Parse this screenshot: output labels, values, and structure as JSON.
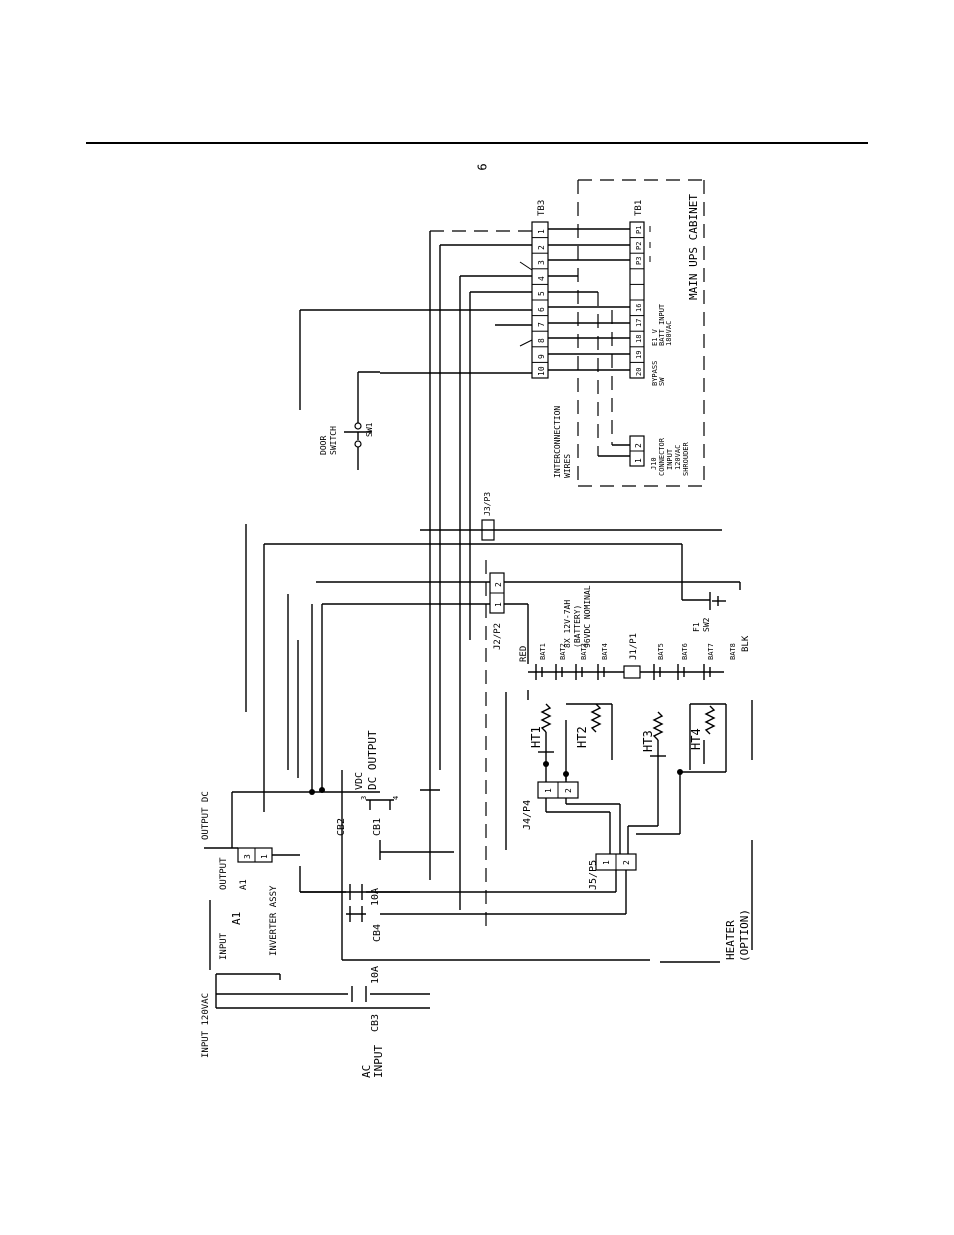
{
  "page": {
    "corner_mark": "6"
  },
  "labels": {
    "main_cabinet": "MAIN UPS CABINET",
    "tb3": "TB3",
    "tb1": "TB1",
    "interconnection": "INTERCONNECTION",
    "interconnection_wires": "WIRES",
    "door_switch_1": "DOOR",
    "door_switch_2": "SWITCH",
    "sw1": "SW1",
    "j10_1": "J10",
    "j10_2": "CONNECTOR",
    "j10_3": "INPUT",
    "j10_4": "120VAC",
    "j10_5": "SHROUDER",
    "bypass_1": "BYPASS",
    "bypass_2": "SW",
    "e1_1": "E1 V",
    "e1_2": "BATT INPUT",
    "e1_3": "180VAC",
    "j3p3": "J3/P3",
    "j2p2": "J2/P2",
    "j1p1": "J1/P1",
    "red": "RED",
    "batt_hdr_1": "8X 12V-7AH",
    "batt_hdr_2": "(BATTERY)",
    "batt_hdr_3": "96VDC NOMINAL",
    "bat1": "BAT1",
    "bat2": "BAT2",
    "bat3": "BAT3",
    "bat4": "BAT4",
    "bat5": "BAT5",
    "bat6": "BAT6",
    "bat7": "BAT7",
    "bat8": "BAT8",
    "blk": "BLK",
    "f1": "F1",
    "sw2": "SW2",
    "ht1": "HT1",
    "ht2": "HT2",
    "ht3": "HT3",
    "ht4": "HT4",
    "j4p4": "J4/P4",
    "j5p5": "J5/P5",
    "heater_1": "HEATER",
    "heater_2": "(OPTION)",
    "dc_output": "DC OUTPUT",
    "vdc": "VDC",
    "cb1": "CB1",
    "cb2": "CB2",
    "cb3": "CB3",
    "cb3_rating": "10A",
    "cb4": "CB4",
    "cb4_rating": "10A",
    "output_dc": "OUTPUT DC",
    "output": "OUTPUT",
    "a1_a": "A1",
    "a1_b": "A1",
    "input": "INPUT",
    "inverter_assy": "INVERTER ASSY",
    "input_120vac": "INPUT 120VAC",
    "ac_input_1": "AC",
    "ac_input_2": "INPUT",
    "term_1": "1",
    "term_2": "2",
    "term_3": "3",
    "term_4": "4"
  },
  "tb3_terminals": [
    "10",
    "9",
    "8",
    "7",
    "6",
    "5",
    "4",
    "3",
    "2",
    "1"
  ],
  "tb1_terminals": [
    "20",
    "19",
    "18",
    "17",
    "16",
    "",
    "",
    "P3",
    "P2",
    "P1"
  ],
  "j10_pins": [
    "1",
    "2"
  ],
  "j2_pins": [
    "1",
    "2"
  ],
  "j4_pins": [
    "1",
    "2"
  ],
  "j5_pins": [
    "1",
    "2"
  ],
  "inverter_terminals": [
    "3",
    "1"
  ]
}
